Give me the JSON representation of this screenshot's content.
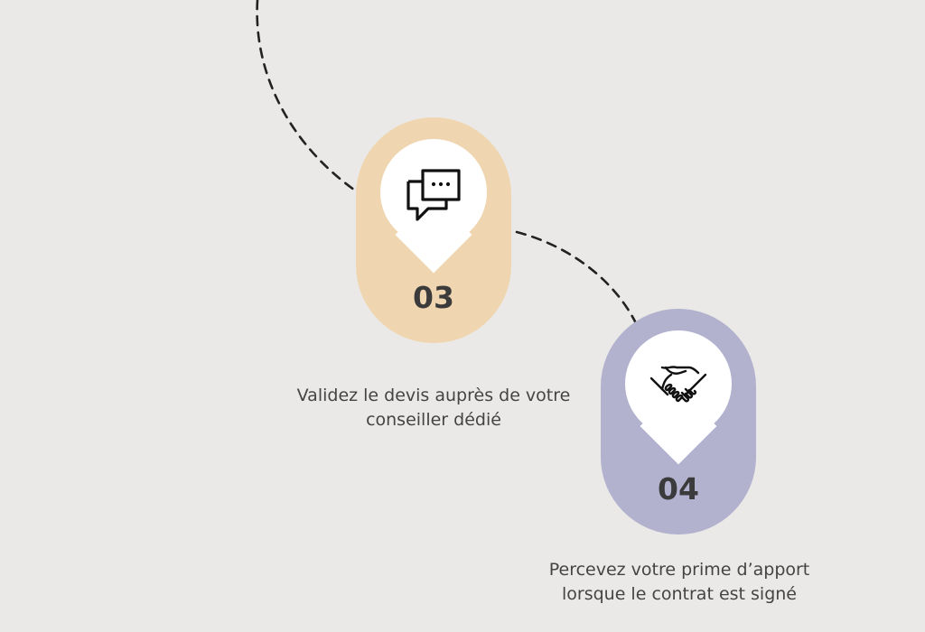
{
  "colors": {
    "background": "#ebe9e7",
    "step_03": "#efd6b1",
    "step_04": "#b2b2cf",
    "text": "#444444"
  },
  "steps": [
    {
      "number": "03",
      "icon": "chat-bubbles-icon",
      "caption": "Validez le devis auprès de votre conseiller dédié"
    },
    {
      "number": "04",
      "icon": "handshake-icon",
      "caption": "Percevez votre prime d’apport lorsque le contrat est signé"
    }
  ]
}
